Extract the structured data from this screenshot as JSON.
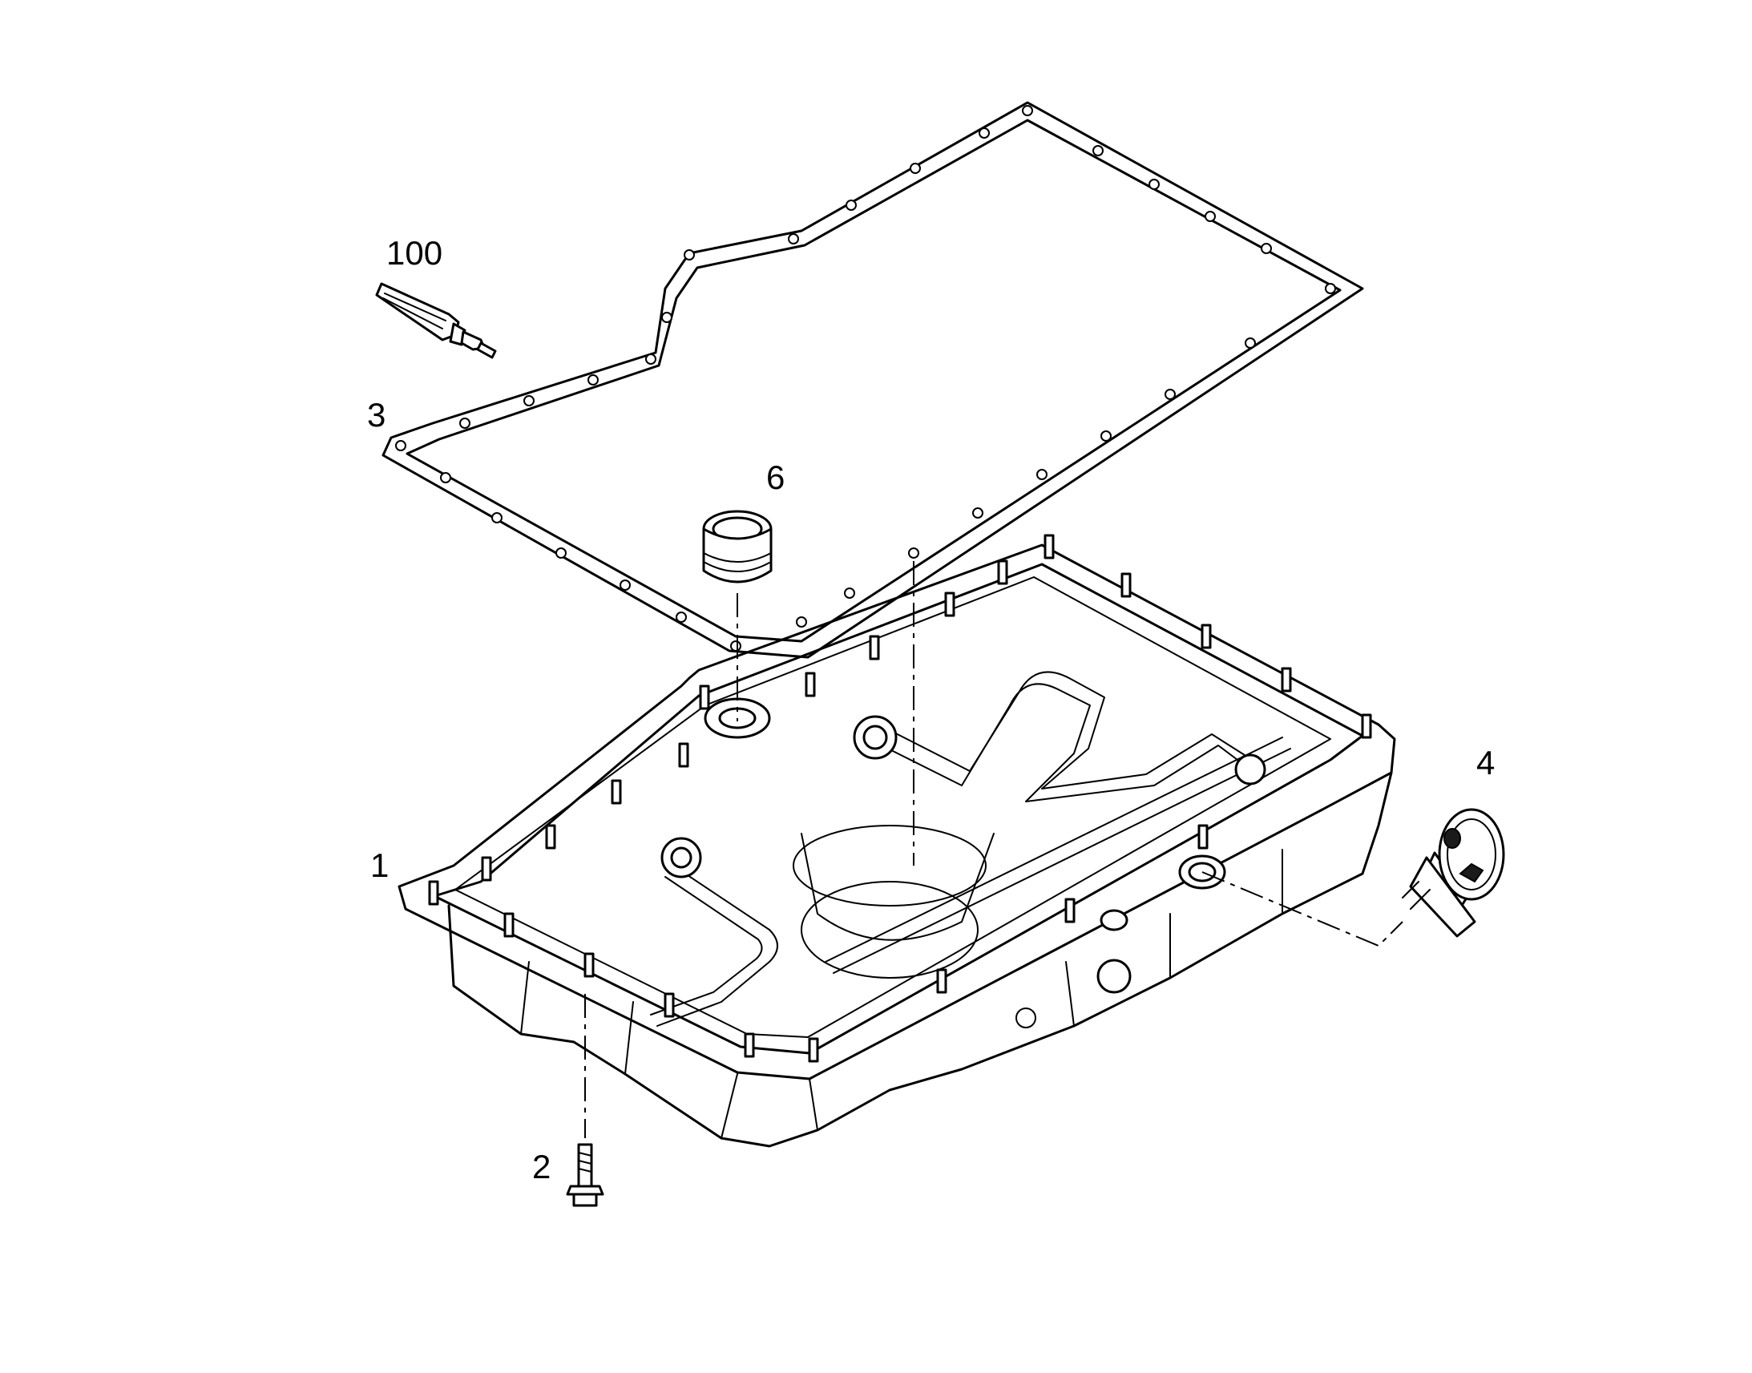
{
  "diagram": {
    "callouts": {
      "c1": "1",
      "c2": "2",
      "c3": "3",
      "c4": "4",
      "c6": "6",
      "c100": "100"
    }
  }
}
